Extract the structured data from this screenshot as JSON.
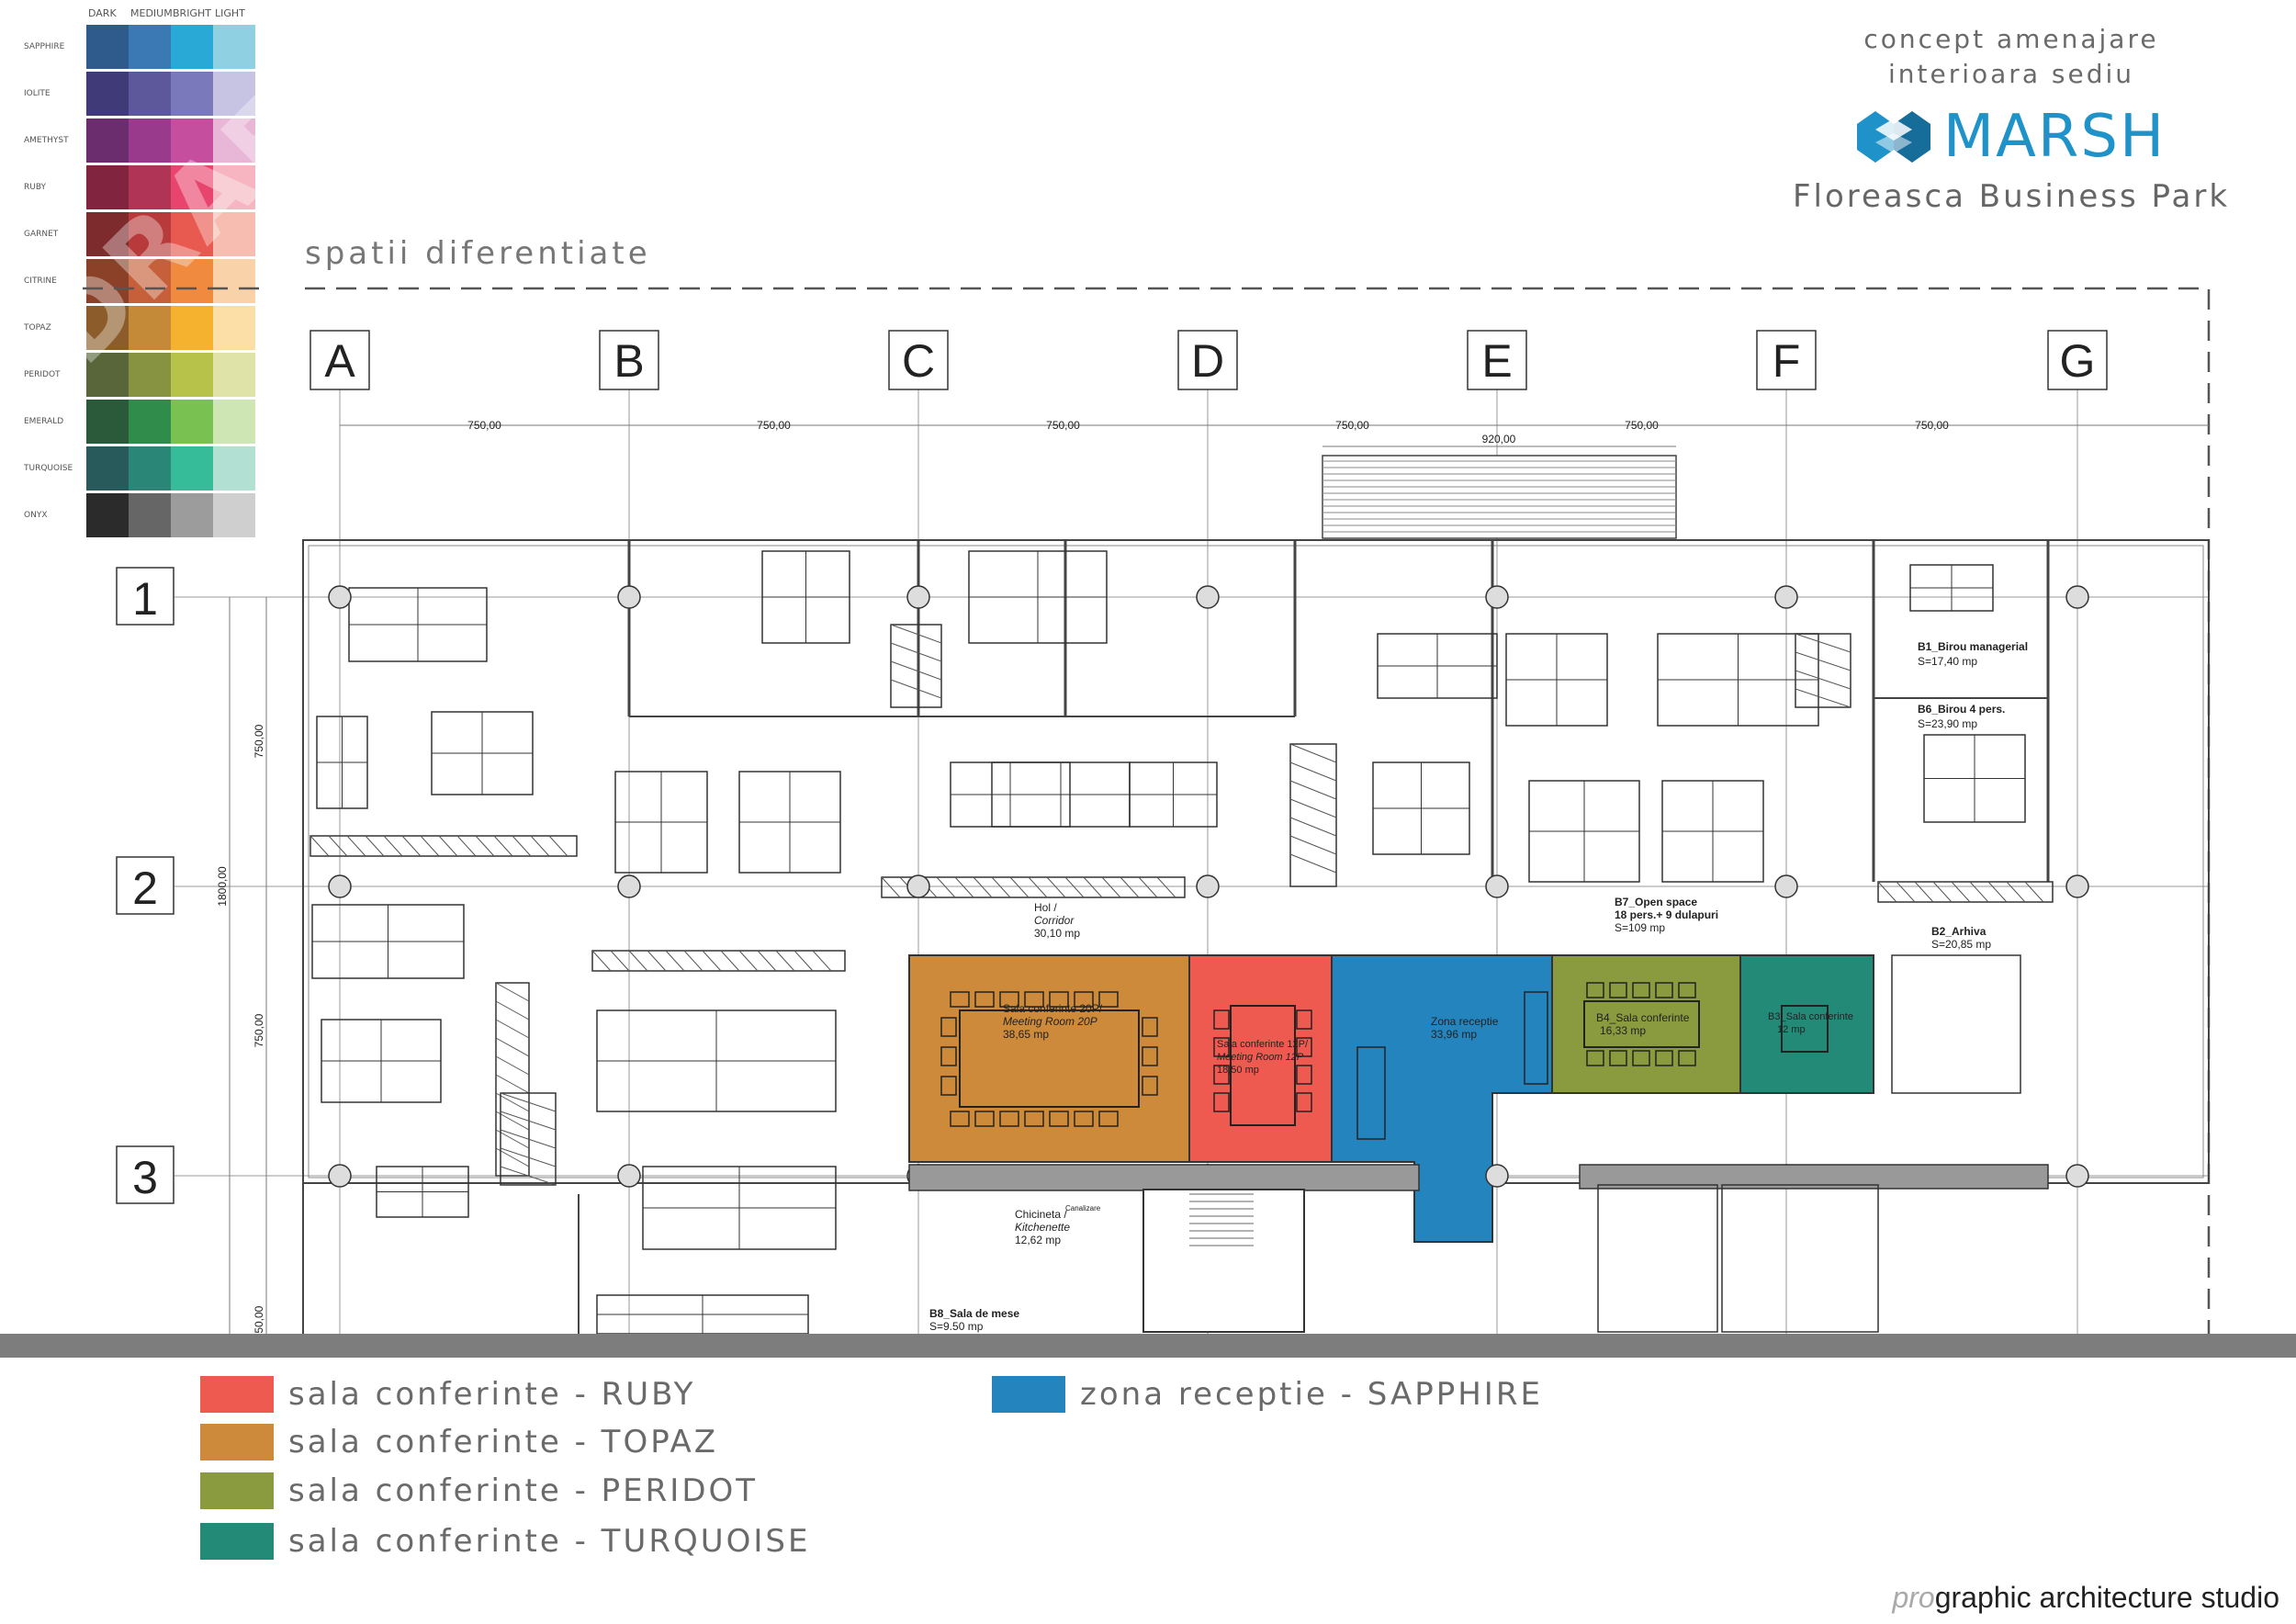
{
  "header": {
    "concept_line1": "concept amenajare",
    "concept_line2": "interioara sediu",
    "brand": "MARSH",
    "location": "Floreasca Business Park",
    "section_title": "spatii diferentiate"
  },
  "palette": {
    "columns": [
      "DARK",
      "MEDIUM",
      "BRIGHT",
      "LIGHT"
    ],
    "rows": [
      {
        "name": "SAPPHIRE",
        "colors": [
          "#2e5a8c",
          "#3a79b4",
          "#29a9d6",
          "#8fd0e3"
        ]
      },
      {
        "name": "IOLITE",
        "colors": [
          "#403b78",
          "#5d579c",
          "#7a79bc",
          "#c6c4e2"
        ]
      },
      {
        "name": "AMETHYST",
        "colors": [
          "#6b2d6e",
          "#9a3a8c",
          "#c54e9e",
          "#e8b6d6"
        ]
      },
      {
        "name": "RUBY",
        "colors": [
          "#80243f",
          "#b03456",
          "#e8456e",
          "#f6b5c0"
        ]
      },
      {
        "name": "GARNET",
        "colors": [
          "#7e2b2e",
          "#b93a3a",
          "#e85950",
          "#f6bdb0"
        ]
      },
      {
        "name": "CITRINE",
        "colors": [
          "#8a4128",
          "#c6603a",
          "#f08a3e",
          "#f9d2aa"
        ]
      },
      {
        "name": "TOPAZ",
        "colors": [
          "#8c5c2a",
          "#c48a38",
          "#f5b22e",
          "#fbdfa6"
        ]
      },
      {
        "name": "PERIDOT",
        "colors": [
          "#59663a",
          "#879340",
          "#b7c24a",
          "#e0e3a8"
        ]
      },
      {
        "name": "EMERALD",
        "colors": [
          "#2a5a3a",
          "#2f8c4a",
          "#79c150",
          "#cde6b4"
        ]
      },
      {
        "name": "TURQUOISE",
        "colors": [
          "#285a5c",
          "#2a8676",
          "#36bc98",
          "#b2e0d2"
        ]
      },
      {
        "name": "ONYX",
        "colors": [
          "#2b2b2b",
          "#666666",
          "#9c9c9c",
          "#cfcfcf"
        ]
      }
    ],
    "watermark": "DRAFT"
  },
  "plan": {
    "column_axes": [
      "A",
      "B",
      "C",
      "D",
      "E",
      "F",
      "G"
    ],
    "row_axes": [
      "1",
      "2",
      "3"
    ],
    "top_dimensions": [
      "750,00",
      "750,00",
      "750,00",
      "750,00",
      "750,00",
      "750,00"
    ],
    "top_dimension_extra": "920,00",
    "side_dimensions": [
      "750,00",
      "750,00",
      "750,00"
    ],
    "side_dimension_total": "1800,00",
    "rooms": [
      {
        "label": "B1_Birou managerial",
        "area": "S=17,40 mp"
      },
      {
        "label": "B6_Birou 4 pers.",
        "area": "S=23,90 mp"
      },
      {
        "label": "B7_Open space",
        "detail": "18 pers.+ 9 dulapuri",
        "area": "S=109 mp"
      },
      {
        "label": "B2_Arhiva",
        "area": "S=20,85 mp"
      },
      {
        "label": "Hol /",
        "label_en": "Corridor",
        "area": "30,10 mp"
      },
      {
        "label": "Sala conferinte 20P/",
        "label_en": "Meeting Room 20P",
        "area": "38,65 mp"
      },
      {
        "label": "Sala conferinte 12P/",
        "label_en": "Meeting Room 12P",
        "area": "18,50 mp"
      },
      {
        "label": "Zona receptie",
        "area": "33,96 mp"
      },
      {
        "label": "B4_Sala conferinte",
        "area": "16,33 mp"
      },
      {
        "label": "B3_Sala conferinte",
        "area": "12 mp"
      },
      {
        "label": "Chicineta /",
        "label_en": "Kitchenette",
        "area": "12,62 mp"
      },
      {
        "label": "B8_Sala de mese",
        "area": "S=9.50 mp"
      },
      {
        "label": "Canalizare"
      }
    ]
  },
  "legend": [
    {
      "label": "sala conferinte - RUBY",
      "color": "#ef5a50"
    },
    {
      "label": "sala conferinte - TOPAZ",
      "color": "#cc8a3a"
    },
    {
      "label": "sala conferinte - PERIDOT",
      "color": "#8a9a3e"
    },
    {
      "label": "sala conferinte - TURQUOISE",
      "color": "#238a78"
    },
    {
      "label": "zona receptie - SAPPHIRE",
      "color": "#2384be"
    }
  ],
  "studio": {
    "prefix": "pro",
    "name": "graphic architecture studio"
  }
}
